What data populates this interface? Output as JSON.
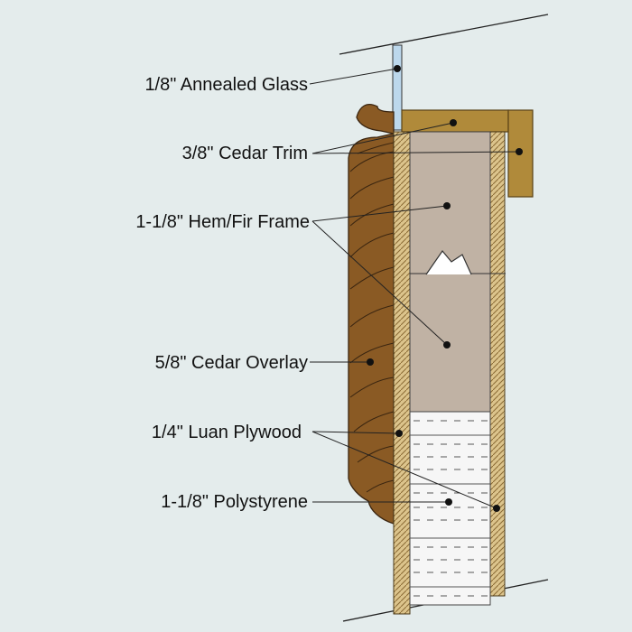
{
  "labels": {
    "glass": "1/8\" Annealed Glass",
    "trim": "3/8\" Cedar Trim",
    "frame": "1-1/8\" Hem/Fir Frame",
    "overlay": "5/8\" Cedar Overlay",
    "luan": "1/4\" Luan Plywood",
    "foam": "1-1/8\" Polystyrene"
  },
  "colors": {
    "background": "#e4ecec",
    "glass": "#bcd8ec",
    "cedar_trim": "#b08a3a",
    "cedar_overlay": "#8a5a24",
    "frame": "#c0b2a4",
    "luan": "#dcc48c",
    "polystyrene": "#f6f6f6"
  }
}
